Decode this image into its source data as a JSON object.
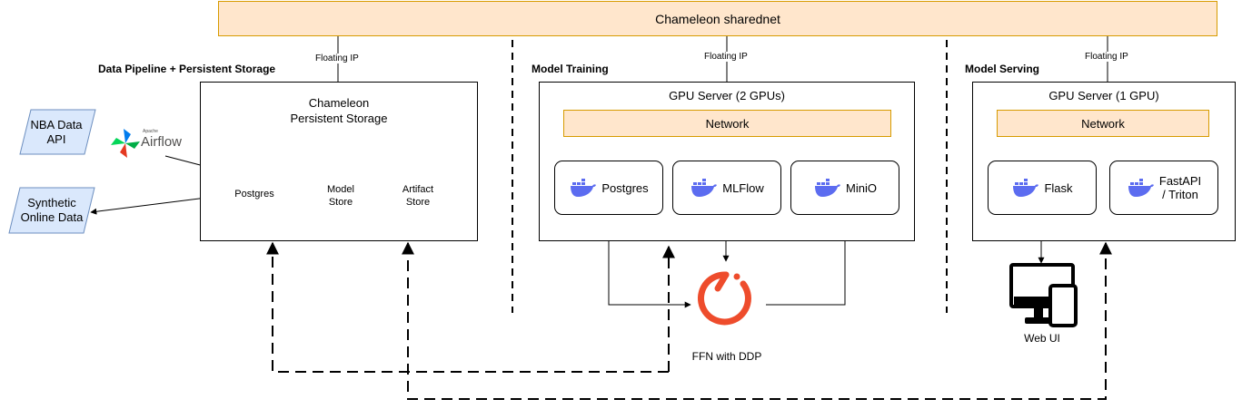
{
  "network": {
    "sharednet_label": "Chameleon sharednet",
    "floating_ip_label": "Floating IP"
  },
  "sections": {
    "storage": {
      "title": "Data Pipeline + Persistent Storage"
    },
    "training": {
      "title": "Model Training"
    },
    "serving": {
      "title": "Model Serving"
    }
  },
  "storage_box": {
    "title_line1": "Chameleon",
    "title_line2": "Persistent Storage",
    "cylinders": [
      {
        "line1": "Postgres",
        "line2": ""
      },
      {
        "line1": "Model",
        "line2": "Store"
      },
      {
        "line1": "Artifact",
        "line2": "Store"
      }
    ]
  },
  "sources": {
    "nba_line1": "NBA Data",
    "nba_line2": "API",
    "synthetic_line1": "Synthetic",
    "synthetic_line2": "Online Data",
    "airflow_label": "Airflow",
    "airflow_tiny": "Apache"
  },
  "training_box": {
    "title": "GPU Server (2 GPUs)",
    "network_label": "Network",
    "services": [
      "Postgres",
      "MLFlow",
      "MiniO"
    ]
  },
  "serving_box": {
    "title": "GPU Server (1 GPU)",
    "network_label": "Network",
    "services": [
      {
        "line1": "Flask",
        "line2": ""
      },
      {
        "line1": "FastAPI",
        "line2": "/ Triton"
      }
    ]
  },
  "pytorch_label": "FFN with DDP",
  "webui_label": "Web UI",
  "colors": {
    "orange_fill": "#ffe6cc",
    "orange_stroke": "#d79b00",
    "io_fill": "#dae8fc",
    "io_stroke": "#6c8ebf",
    "docker": "#5c6cf0",
    "pytorch": "#ee4c2c"
  }
}
